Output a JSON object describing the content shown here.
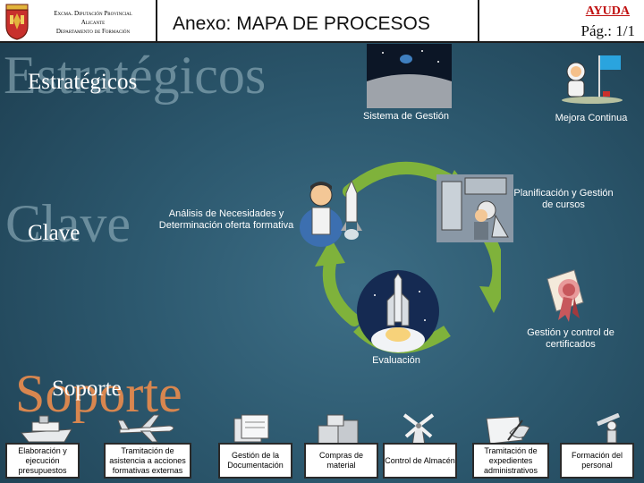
{
  "header": {
    "org_line1": "Excma. Diputación Provincial",
    "org_line2": "Alicante",
    "org_line3": "Departamento de Formación",
    "title": "Anexo: MAPA DE PROCESOS",
    "help_label": "AYUDA",
    "page_label": "Pág.: 1/1"
  },
  "sections": {
    "estrategicos": {
      "big": "Estratégicos",
      "small": "Estratégicos"
    },
    "clave": {
      "big": "Clave",
      "small": "Clave"
    },
    "soporte": {
      "big": "Soporte",
      "small": "Soporte"
    }
  },
  "strategic_processes": [
    {
      "label": "Sistema de Gestión",
      "icon": "globe-horizon-icon"
    },
    {
      "label": "Mejora Continua",
      "icon": "astronaut-flag-icon"
    }
  ],
  "key_processes": [
    {
      "label": "Análisis de Necesidades y Determinación oferta formativa",
      "icon": "scientist-rocket-icon"
    },
    {
      "label": "Planificación y Gestión de cursos",
      "icon": "laboratory-icon"
    },
    {
      "label": "Gestión y control de certificados",
      "icon": "certificate-ribbon-icon"
    },
    {
      "label": "Evaluación",
      "icon": "shuttle-launch-icon"
    }
  ],
  "support_processes": [
    {
      "label": "Elaboración y ejecución presupuestos",
      "icon": "ship-icon"
    },
    {
      "label": "Tramitación de asistencia a acciones formativas externas",
      "icon": "airplane-icon"
    },
    {
      "label": "Gestión de la Documentación",
      "icon": "documents-icon"
    },
    {
      "label": "Compras de material",
      "icon": "boxes-icon"
    },
    {
      "label": "Control de Almacén",
      "icon": "windmill-icon"
    },
    {
      "label": "Tramitación de expedientes administrativos",
      "icon": "hand-pen-icon"
    },
    {
      "label": "Formación del personal",
      "icon": "telescope-person-icon"
    }
  ],
  "colors": {
    "background": "#2c586e",
    "cycle_arrow": "#7fb23b",
    "soporte_label": "#d8864f",
    "help_link": "#c01010"
  }
}
